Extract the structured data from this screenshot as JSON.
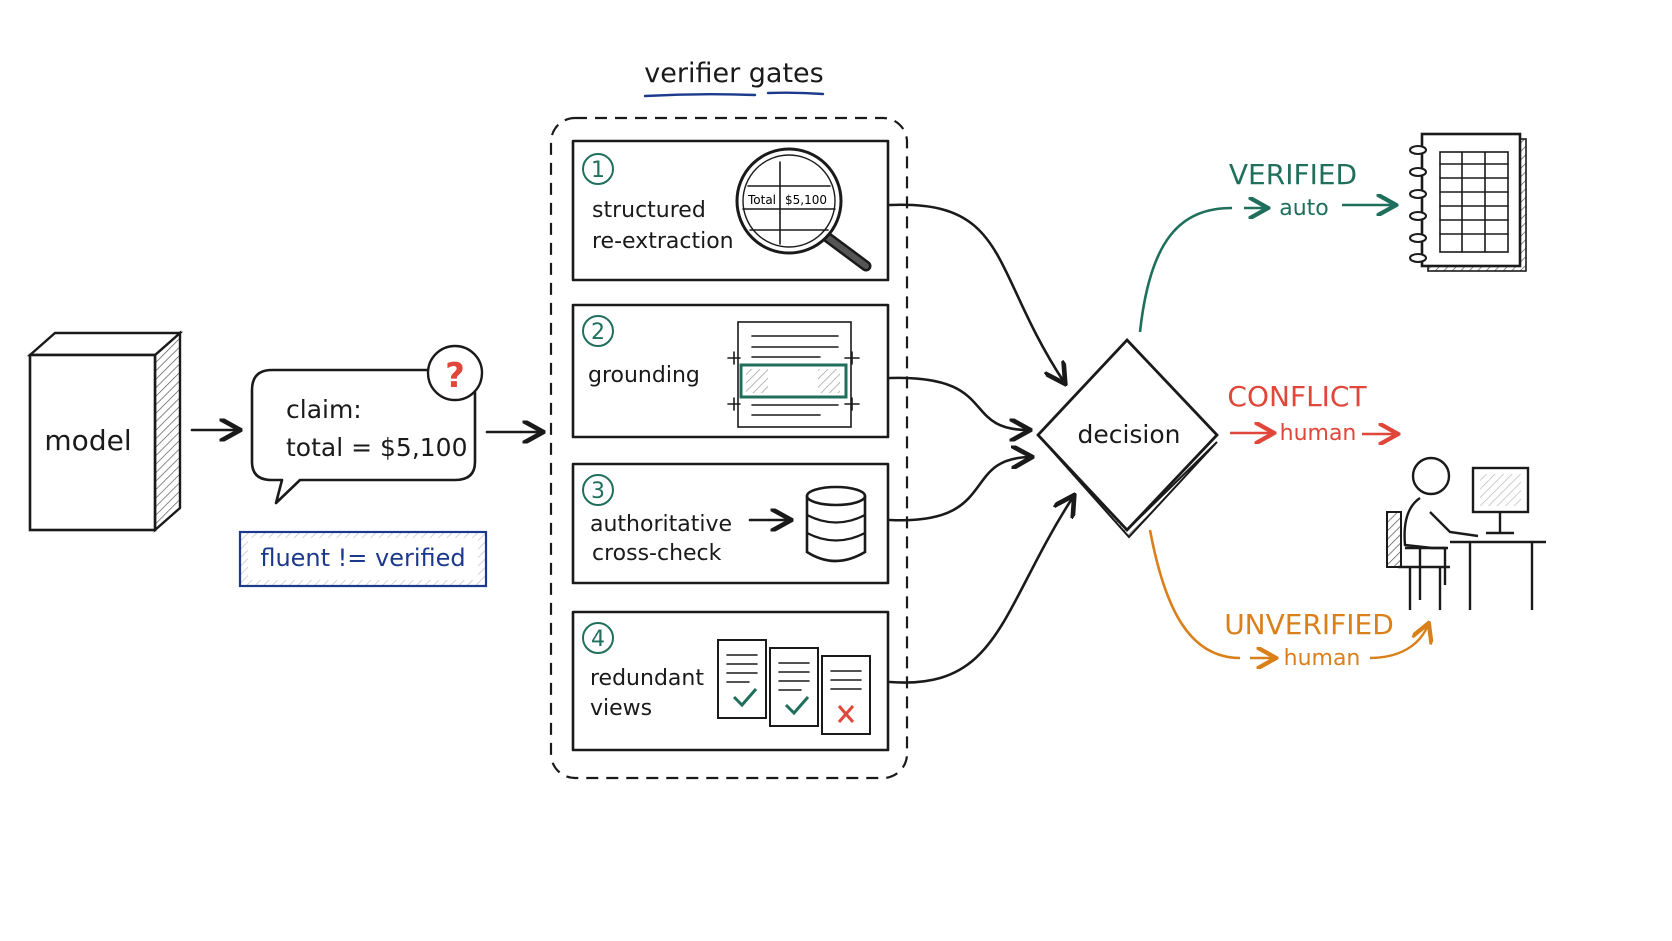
{
  "title": "verifier gates",
  "model": {
    "label": "model"
  },
  "claim": {
    "line1": "claim:",
    "line2": "total = $5,100",
    "badge": "?"
  },
  "note": "fluent != verified",
  "gates": [
    {
      "num": "1",
      "line1": "structured",
      "line2": "re-extraction",
      "icon": "magnifier-table-icon",
      "table_cells": [
        "Total",
        "$5,100"
      ]
    },
    {
      "num": "2",
      "line1": "grounding",
      "line2": "",
      "icon": "document-highlight-icon"
    },
    {
      "num": "3",
      "line1": "authoritative",
      "line2": "cross-check",
      "icon": "database-icon"
    },
    {
      "num": "4",
      "line1": "redundant",
      "line2": "views",
      "icon": "documents-check-icon"
    }
  ],
  "decision": {
    "label": "decision"
  },
  "outcomes": {
    "verified": {
      "label": "VERIFIED",
      "route": "auto",
      "color": "#1f6f5c"
    },
    "conflict": {
      "label": "CONFLICT",
      "route": "human",
      "color": "#e0463a"
    },
    "unverified": {
      "label": "UNVERIFIED",
      "route": "human",
      "color": "#d9801a"
    }
  },
  "colors": {
    "ink": "#1a1a1a",
    "gate_number": "#1f6f5c",
    "note": "#1c3a8c",
    "question": "#e0463a"
  }
}
